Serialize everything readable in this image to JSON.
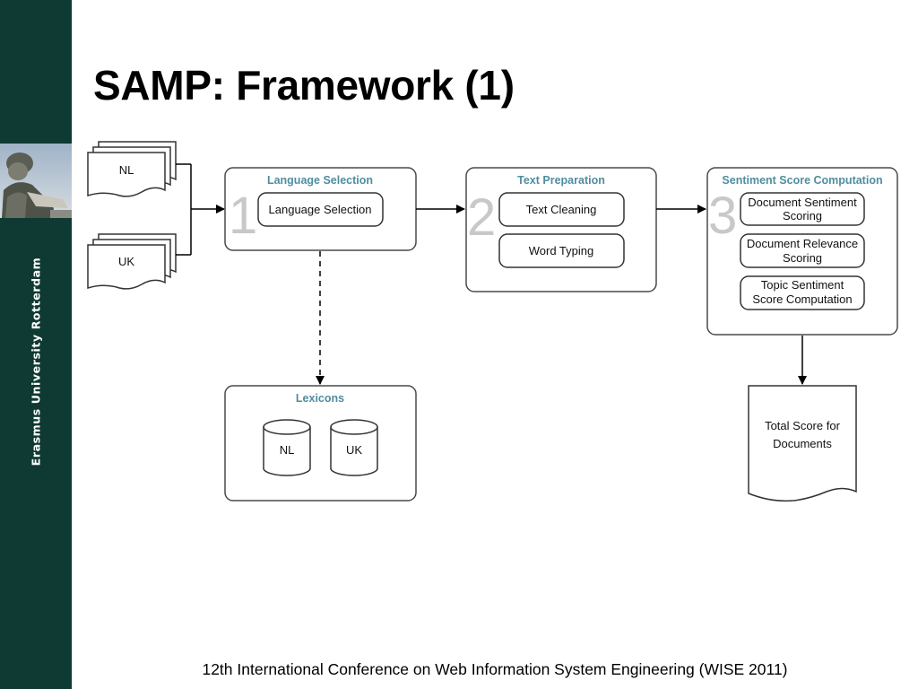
{
  "slide": {
    "title": "SAMP: Framework (1)",
    "footer": "12th International Conference on Web Information System Engineering (WISE 2011)"
  },
  "sidebar": {
    "university": "Erasmus University Rotterdam",
    "background_color": "#0e3a33"
  },
  "inputs": {
    "nl": "NL",
    "uk": "UK"
  },
  "stages": [
    {
      "number": "1",
      "heading": "Language Selection",
      "steps": [
        "Language Selection"
      ]
    },
    {
      "number": "2",
      "heading": "Text Preparation",
      "steps": [
        "Text Cleaning",
        "Word Typing"
      ]
    },
    {
      "number": "3",
      "heading": "Sentiment Score Computation",
      "steps": [
        {
          "line1": "Document Sentiment",
          "line2": "Scoring"
        },
        {
          "line1": "Document Relevance",
          "line2": "Scoring"
        },
        {
          "line1": "Topic Sentiment",
          "line2": "Score Computation"
        }
      ]
    }
  ],
  "lexicons": {
    "heading": "Lexicons",
    "items": [
      "NL",
      "UK"
    ]
  },
  "output": {
    "line1": "Total Score for",
    "line2": "Documents"
  },
  "colors": {
    "heading": "#4f8ea0",
    "stage_number": "#c8c8c8"
  }
}
